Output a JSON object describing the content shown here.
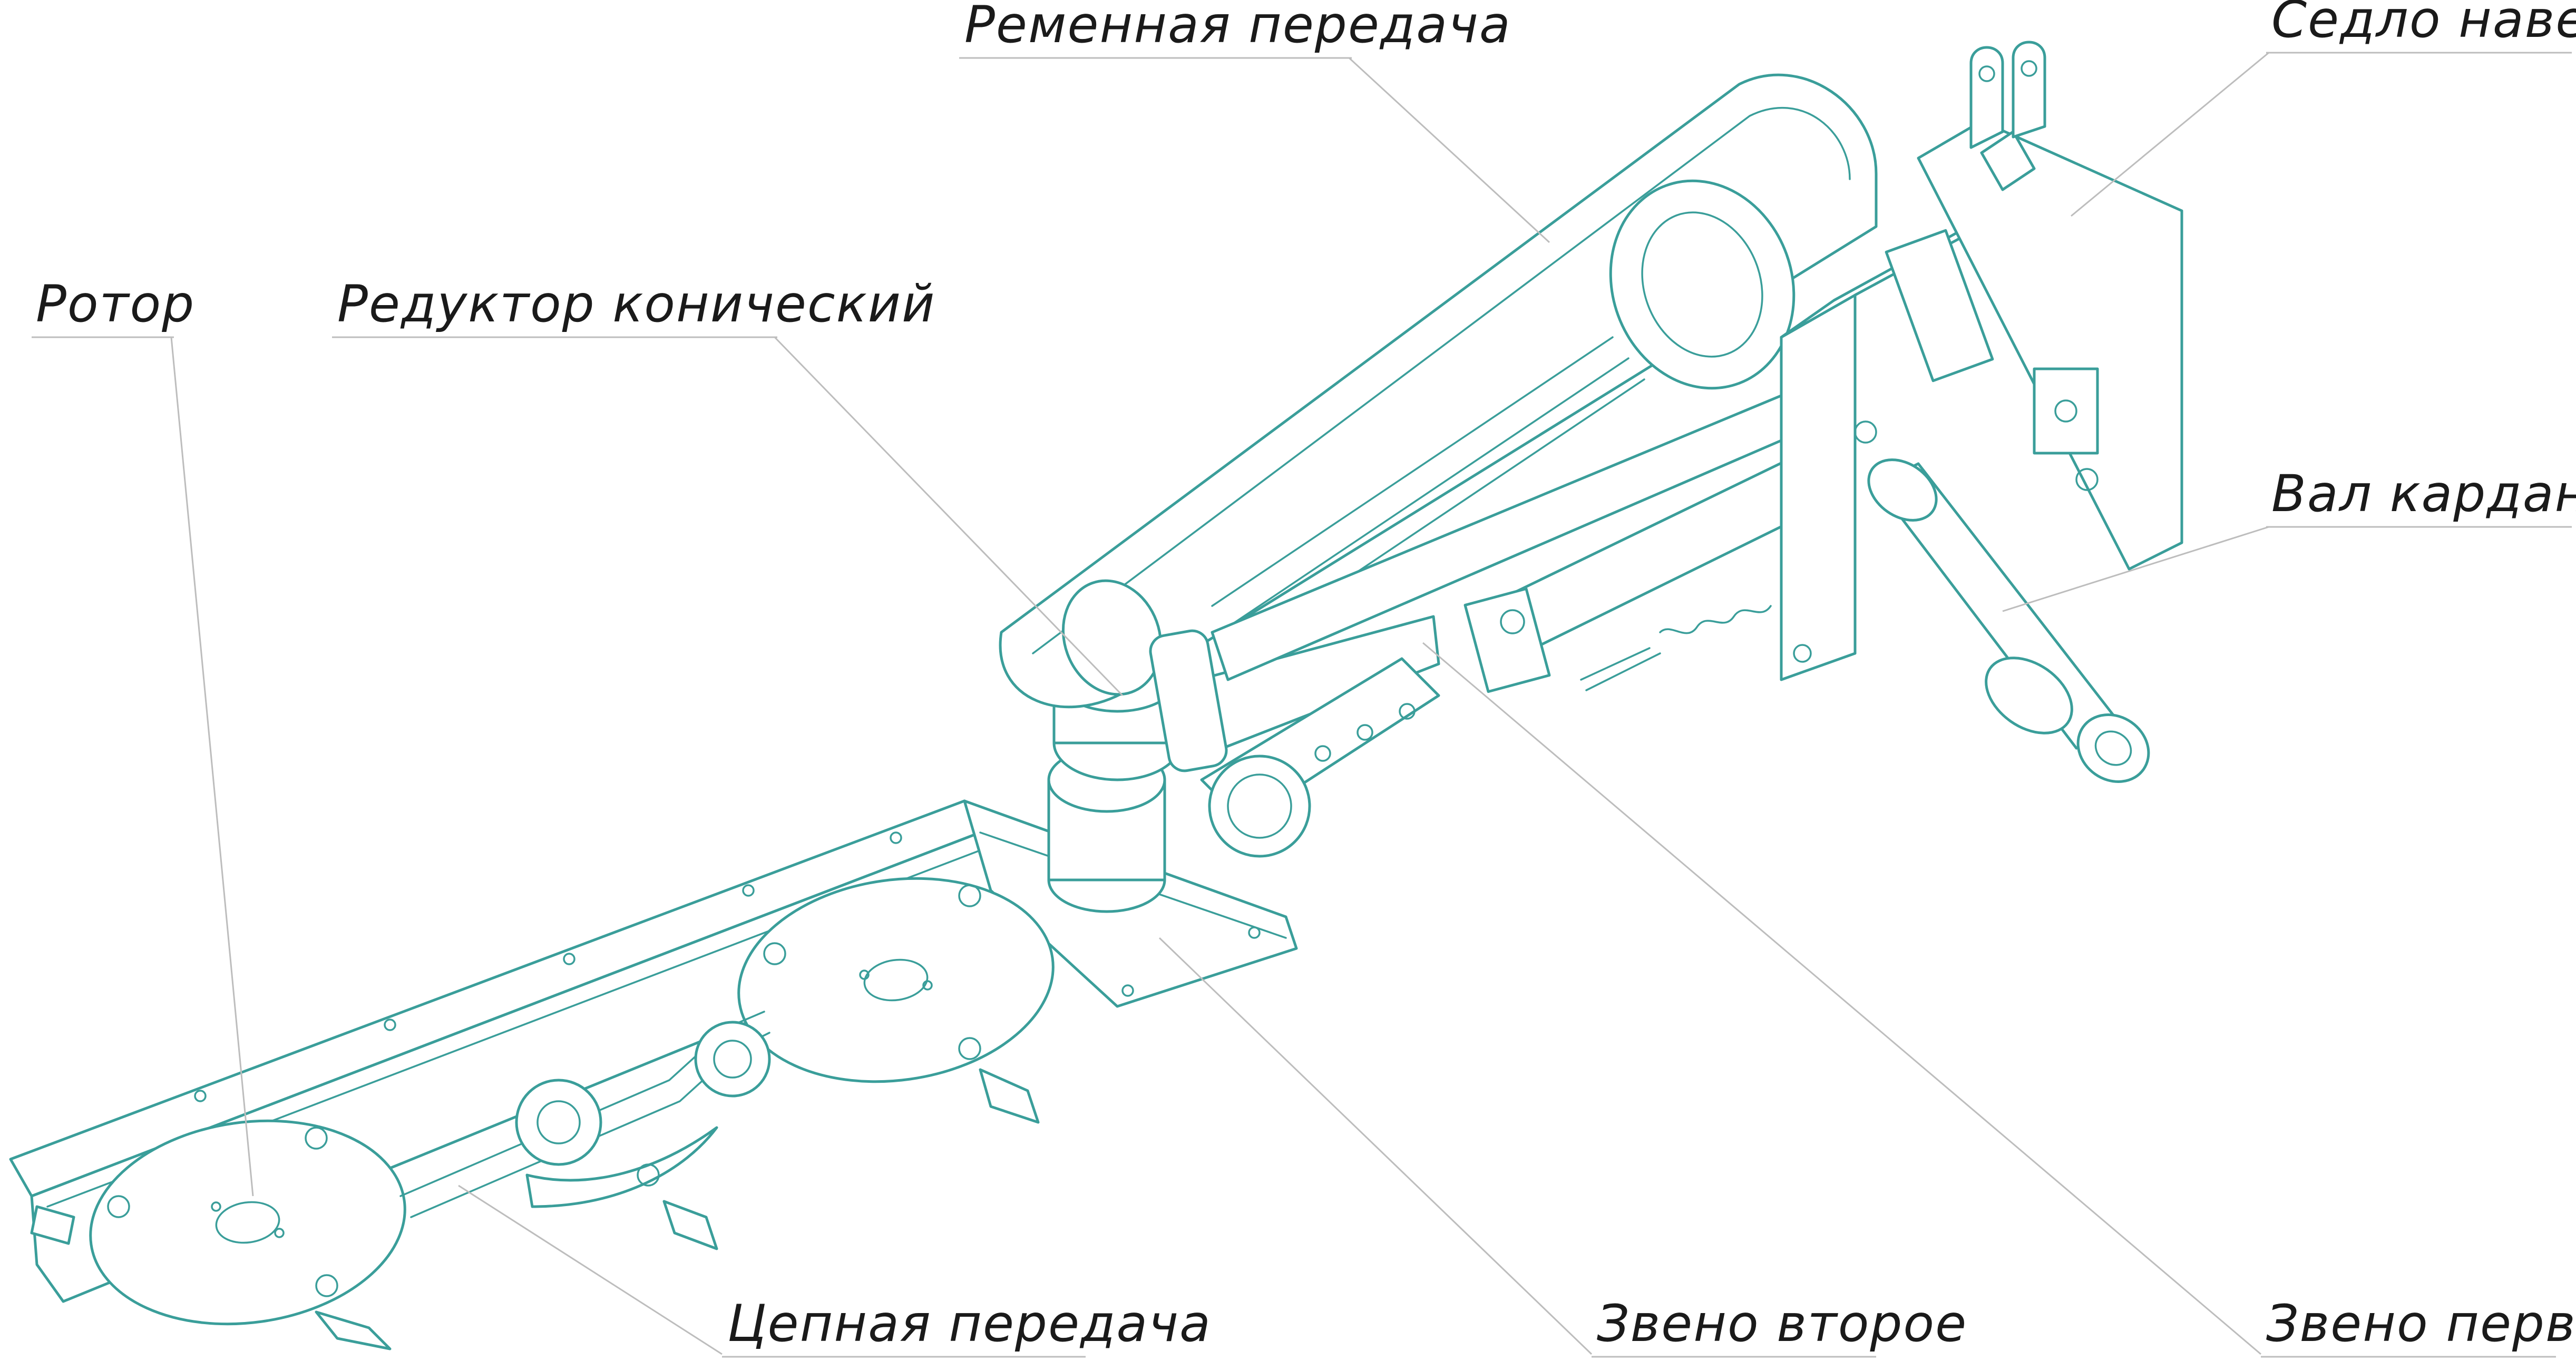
{
  "labels": {
    "rotor": "Ротор",
    "gearbox": "Редуктор конический",
    "belt_drive": "Ременная передача",
    "hitch_saddle": "Седло навески",
    "driveshaft": "Вал карданный",
    "chain_drive": "Цепная передача",
    "link_second": "Звено второе",
    "link_first": "Звено первое"
  },
  "colors": {
    "line_art": "#3a9e9a",
    "leader_lines": "#bdbdbd",
    "text": "#1a1a1a"
  }
}
